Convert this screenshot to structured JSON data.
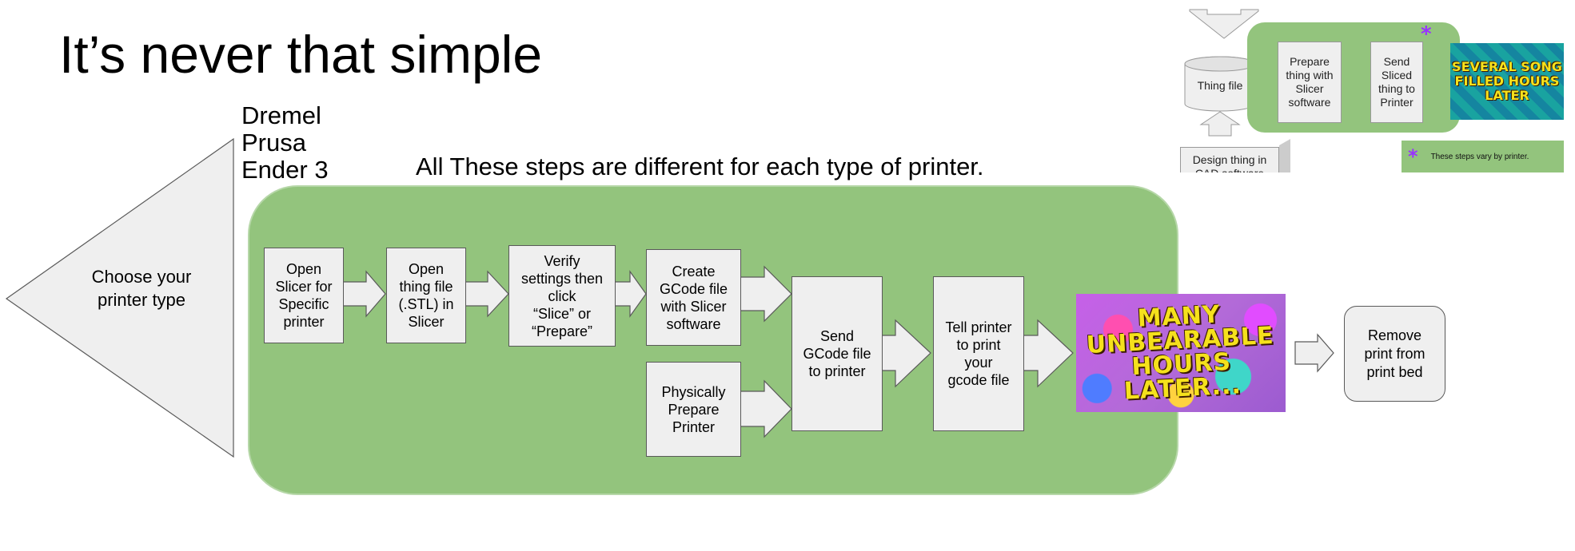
{
  "title": "It’s never that simple",
  "printers": [
    "Dremel",
    "Prusa",
    "Ender 3"
  ],
  "subtitle": "All These steps are different for each type of printer.",
  "choose_label": "Choose your\nprinter type",
  "steps": {
    "open_slicer": "Open\nSlicer for\nSpecific\nprinter",
    "open_thing": "Open\nthing file\n(.STL) in\nSlicer",
    "verify": "Verify\nsettings then\nclick\n“Slice” or\n“Prepare”",
    "create_gcode": "Create\nGCode file\nwith Slicer\nsoftware",
    "physically_prepare": "Physically\nPrepare\nPrinter",
    "send_gcode": "Send\nGCode file\nto printer",
    "tell_printer": "Tell printer\nto print\nyour\ngcode file",
    "remove_print": "Remove\nprint from\nprint bed"
  },
  "many_hours_caption": "MANY UNBEARABLE HOURS LATER...",
  "inset": {
    "thing_file": "Thing file",
    "prepare": "Prepare\nthing with\nSlicer\nsoftware",
    "send_sliced": "Send\nSliced\nthing to\nPrinter",
    "design": "Design thing in\nCAD software",
    "several_caption": "SEVERAL SONG FILLED HOURS LATER",
    "asterisk": "*",
    "legend_text": "These steps vary by printer."
  },
  "colors": {
    "panel_green": "#93c47d",
    "box_fill": "#efefef",
    "accent_purple": "#9933ff",
    "caption_yellow": "#f5e11c"
  }
}
